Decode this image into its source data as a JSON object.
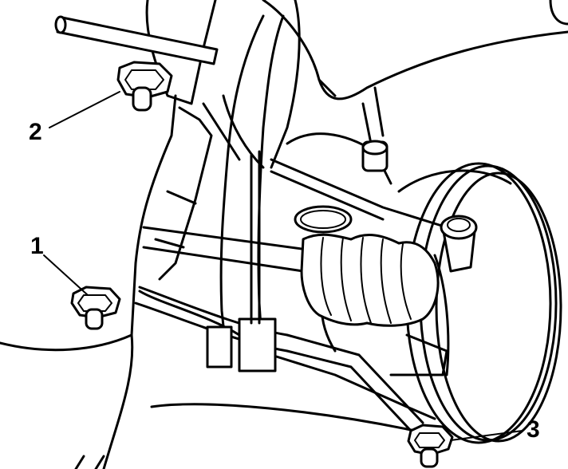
{
  "callouts": [
    {
      "id": "1",
      "text": "1",
      "target": "bolt"
    },
    {
      "id": "2",
      "text": "2",
      "target": "bolt"
    },
    {
      "id": "3",
      "text": "3",
      "target": "bolt"
    }
  ],
  "colors": {
    "line": "#000000",
    "background": "#ffffff"
  }
}
